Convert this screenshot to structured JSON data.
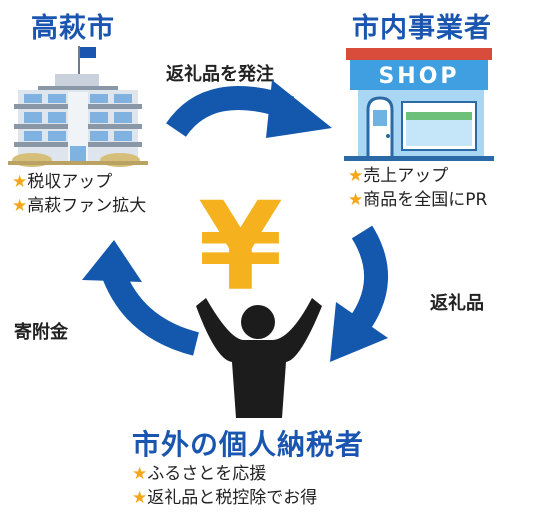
{
  "city": {
    "title": "高萩市",
    "benefits": [
      {
        "star": "★",
        "text": "税収アップ"
      },
      {
        "star": "★",
        "text": "高萩ファン拡大"
      }
    ]
  },
  "business": {
    "title": "市内事業者",
    "shop_sign": "SHOP",
    "benefits": [
      {
        "star": "★",
        "text": "売上アップ"
      },
      {
        "star": "★",
        "text": "商品を全国にPR"
      }
    ]
  },
  "taxpayer": {
    "title": "市外の個人納税者",
    "benefits": [
      {
        "star": "★",
        "text": "ふるさとを応援"
      },
      {
        "star": "★",
        "text": "返礼品と税控除でお得"
      }
    ]
  },
  "flows": {
    "order": "返礼品を発注",
    "gift": "返礼品",
    "donation": "寄附金"
  },
  "center_symbol": "¥",
  "colors": {
    "title_blue": "#1a55b0",
    "arrow_blue": "#1458ad",
    "yen_gold": "#f5b21e",
    "star_gold": "#f2a71b"
  }
}
